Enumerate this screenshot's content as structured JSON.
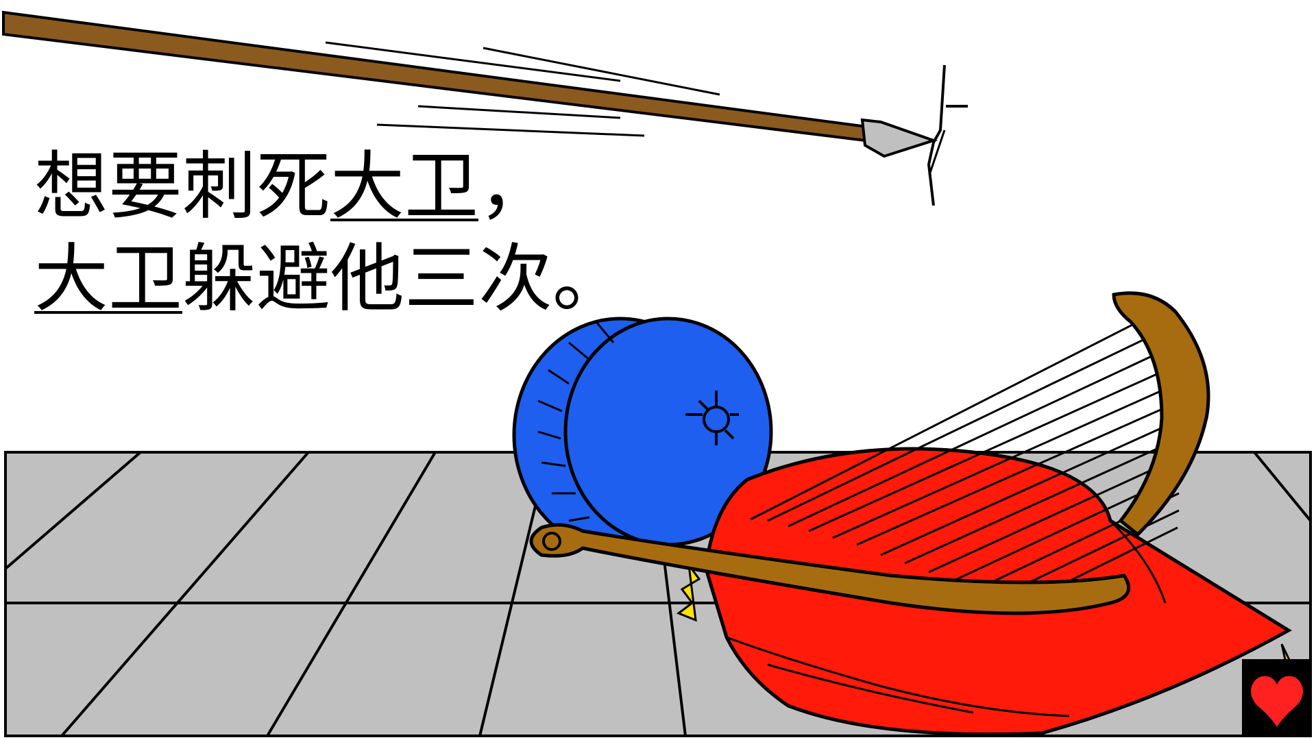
{
  "caption": {
    "line1": {
      "text_before": "想要刺死",
      "name": "大卫",
      "text_after": "，"
    },
    "line2": {
      "name": "大卫",
      "text_after": "躲避他三次。"
    }
  },
  "colors": {
    "spear_shaft": "#8b5a1e",
    "spear_head": "#c0c0c0",
    "floor": "#c0c0c0",
    "shield": "#1e5ff0",
    "cushion": "#ff1a0a",
    "harp_frame": "#a86c10",
    "tassel": "#ffe000",
    "heart": "#ff2020"
  },
  "icons": {
    "corner": "heart-icon"
  }
}
